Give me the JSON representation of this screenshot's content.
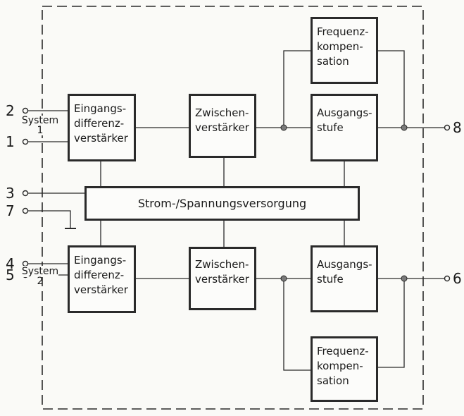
{
  "blocks": {
    "input_diff_1": [
      "Eingangs-",
      "differenz-",
      "verstärker"
    ],
    "intermediate_1": [
      "Zwischen-",
      "verstärker"
    ],
    "output_stage_1": [
      "Ausgangs-",
      "stufe"
    ],
    "freq_comp_1": [
      "Frequenz-",
      "kompen-",
      "sation"
    ],
    "power_supply": "Strom-/Spannungsversorgung",
    "input_diff_2": [
      "Eingangs-",
      "differenz-",
      "verstärker"
    ],
    "intermediate_2": [
      "Zwischen-",
      "verstärker"
    ],
    "output_stage_2": [
      "Ausgangs-",
      "stufe"
    ],
    "freq_comp_2": [
      "Frequenz-",
      "kompen-",
      "sation"
    ]
  },
  "pins": {
    "p1": "1",
    "p2": "2",
    "p3": "3",
    "p4": "4",
    "p5": "5",
    "p6": "6",
    "p7": "7",
    "p8": "8"
  },
  "systems": {
    "s1_word": "System",
    "s1_num": "1",
    "s2_word": "System",
    "s2_num": "2"
  },
  "colors": {
    "ink": "#2a2a2a",
    "paper": "#fafaf7"
  }
}
